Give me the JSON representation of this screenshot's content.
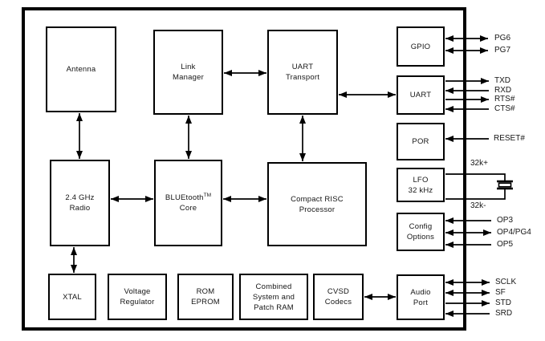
{
  "figure": {
    "description": "Bluetooth single-chip block diagram",
    "colors": {
      "line": "#000000",
      "background": "#ffffff",
      "text": "#161616"
    }
  },
  "blocks": {
    "antenna": {
      "line1": "Antenna"
    },
    "link_manager": {
      "line1": "Link",
      "line2": "Manager"
    },
    "uart_transport": {
      "line1": "UART",
      "line2": "Transport"
    },
    "gpio": {
      "line1": "GPIO"
    },
    "uart": {
      "line1": "UART"
    },
    "por": {
      "line1": "POR"
    },
    "lfo": {
      "line1": "LFO",
      "line2": "32 kHz"
    },
    "config_options": {
      "line1": "Config",
      "line2": "Options"
    },
    "radio": {
      "line1": "2.4 GHz",
      "line2": "Radio"
    },
    "core": {
      "line1": "BLUEtooth",
      "tm": "TM",
      "line2": "Core"
    },
    "processor": {
      "line1": "Compact RISC",
      "line2": "Processor"
    },
    "xtal": {
      "line1": "XTAL"
    },
    "voltage_regulator": {
      "line1": "Voltage",
      "line2": "Regulator"
    },
    "rom_eprom": {
      "line1": "ROM",
      "line2": "EPROM"
    },
    "patch_ram": {
      "line1": "Combined",
      "line2": "System and",
      "line3": "Patch RAM"
    },
    "cvsd_codecs": {
      "line1": "CVSD",
      "line2": "Codecs"
    },
    "audio_port": {
      "line1": "Audio",
      "line2": "Port"
    }
  },
  "pins": {
    "pg6": {
      "label": "PG6",
      "direction": "bidirectional"
    },
    "pg7": {
      "label": "PG7",
      "direction": "bidirectional"
    },
    "txd": {
      "label": "TXD",
      "direction": "out"
    },
    "rxd": {
      "label": "RXD",
      "direction": "in"
    },
    "rts": {
      "label": "RTS#",
      "direction": "out"
    },
    "cts": {
      "label": "CTS#",
      "direction": "in"
    },
    "reset": {
      "label": "RESET#",
      "direction": "in"
    },
    "clk_pos": {
      "label": "32k+",
      "direction": "crystal"
    },
    "clk_neg": {
      "label": "32k-",
      "direction": "crystal"
    },
    "op3": {
      "label": "OP3",
      "direction": "in"
    },
    "op4": {
      "label": "OP4/PG4",
      "direction": "bidirectional"
    },
    "op5": {
      "label": "OP5",
      "direction": "in"
    },
    "sclk": {
      "label": "SCLK",
      "direction": "bidirectional"
    },
    "sf": {
      "label": "SF",
      "direction": "bidirectional"
    },
    "std": {
      "label": "STD",
      "direction": "out"
    },
    "srd": {
      "label": "SRD",
      "direction": "in"
    }
  }
}
